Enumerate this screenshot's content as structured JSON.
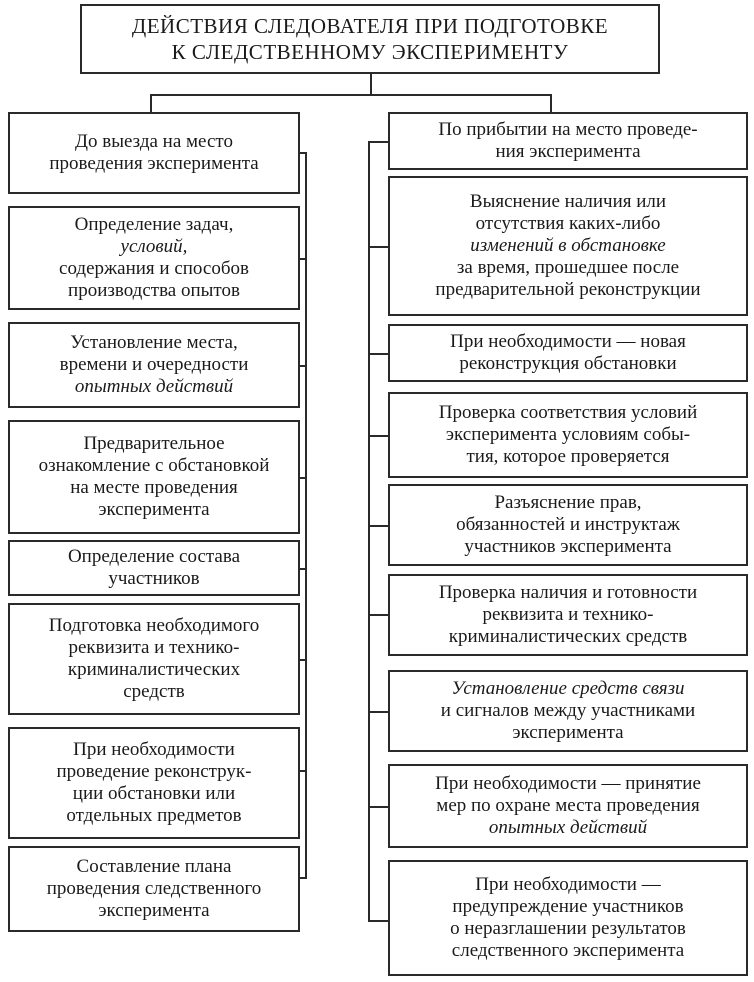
{
  "title": {
    "lines": [
      "ДЕЙСТВИЯ СЛЕДОВАТЕЛЯ ПРИ ПОДГОТОВКЕ",
      "К СЛЕДСТВЕННОМУ ЭКСПЕРИМЕНТУ"
    ]
  },
  "left": {
    "header": {
      "lines": [
        "До выезда на место",
        "проведения эксперимента"
      ]
    },
    "items": [
      {
        "lines": [
          "Определение задач,",
          "условий,",
          "содержания и способов",
          "производства опытов"
        ]
      },
      {
        "lines": [
          "Установление места,",
          "времени и очередности",
          "опытных действий"
        ]
      },
      {
        "lines": [
          "Предварительное",
          "ознакомление с обстановкой",
          "на месте проведения",
          "эксперимента"
        ]
      },
      {
        "lines": [
          "Определение состава",
          "участников"
        ]
      },
      {
        "lines": [
          "Подготовка необходимого",
          "реквизита и технико-",
          "криминалистических",
          "средств"
        ]
      },
      {
        "lines": [
          "При необходимости",
          "проведение реконструк-",
          "ции обстановки или",
          "отдельных предметов"
        ]
      },
      {
        "lines": [
          "Составление плана",
          "проведения следственного",
          "эксперимента"
        ]
      }
    ]
  },
  "right": {
    "header": {
      "lines": [
        "По прибытии на место проведе-",
        "ния эксперимента"
      ]
    },
    "items": [
      {
        "lines": [
          "Выяснение наличия или",
          "отсутствия каких-либо",
          "изменений в обстановке",
          "за время, прошедшее после",
          "предварительной реконструкции"
        ]
      },
      {
        "lines": [
          "При необходимости — новая",
          "реконструкция обстановки"
        ]
      },
      {
        "lines": [
          "Проверка соответствия условий",
          "эксперимента условиям собы-",
          "тия, которое проверяется"
        ]
      },
      {
        "lines": [
          "Разъяснение прав,",
          "обязанностей и инструктаж",
          "участников эксперимента"
        ]
      },
      {
        "lines": [
          "Проверка наличия и готовности",
          "реквизита и технико-",
          "криминалистических средств"
        ]
      },
      {
        "lines": [
          "Установление средств связи",
          "и сигналов между участниками",
          "эксперимента"
        ]
      },
      {
        "lines": [
          "При необходимости — принятие",
          "мер по охране места проведения",
          "опытных действий"
        ]
      },
      {
        "lines": [
          "При необходимости —",
          "предупреждение участников",
          "о неразглашении результатов",
          "следственного эксперимента"
        ]
      }
    ]
  }
}
